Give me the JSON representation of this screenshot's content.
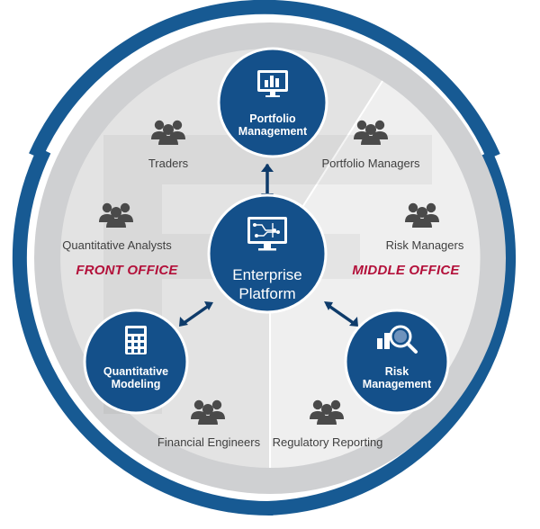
{
  "colors": {
    "ring": "#175a93",
    "node": "#14508a",
    "outer_disc": "#cfd0d2",
    "inner_left": "#e3e3e3",
    "inner_right": "#efefef",
    "people": "#4a4a4a",
    "office_label": "#b3103a"
  },
  "center": {
    "line1": "Enterprise",
    "line2": "Platform",
    "icon": "monitor-network-icon"
  },
  "nodes": {
    "portfolio": {
      "line1": "Portfolio",
      "line2": "Management",
      "icon": "monitor-bar-chart-icon"
    },
    "quant": {
      "line1": "Quantitative",
      "line2": "Modeling",
      "icon": "calculator-icon"
    },
    "risk": {
      "line1": "Risk",
      "line2": "Management",
      "icon": "magnifier-chart-icon"
    }
  },
  "offices": {
    "front": "FRONT OFFICE",
    "middle": "MIDDLE OFFICE"
  },
  "roles": {
    "traders": "Traders",
    "portfolio_managers": "Portfolio Managers",
    "quant_analysts": "Quantitative Analysts",
    "risk_managers": "Risk Managers",
    "financial_engineers": "Financial Engineers",
    "regulatory_reporting": "Regulatory Reporting"
  }
}
